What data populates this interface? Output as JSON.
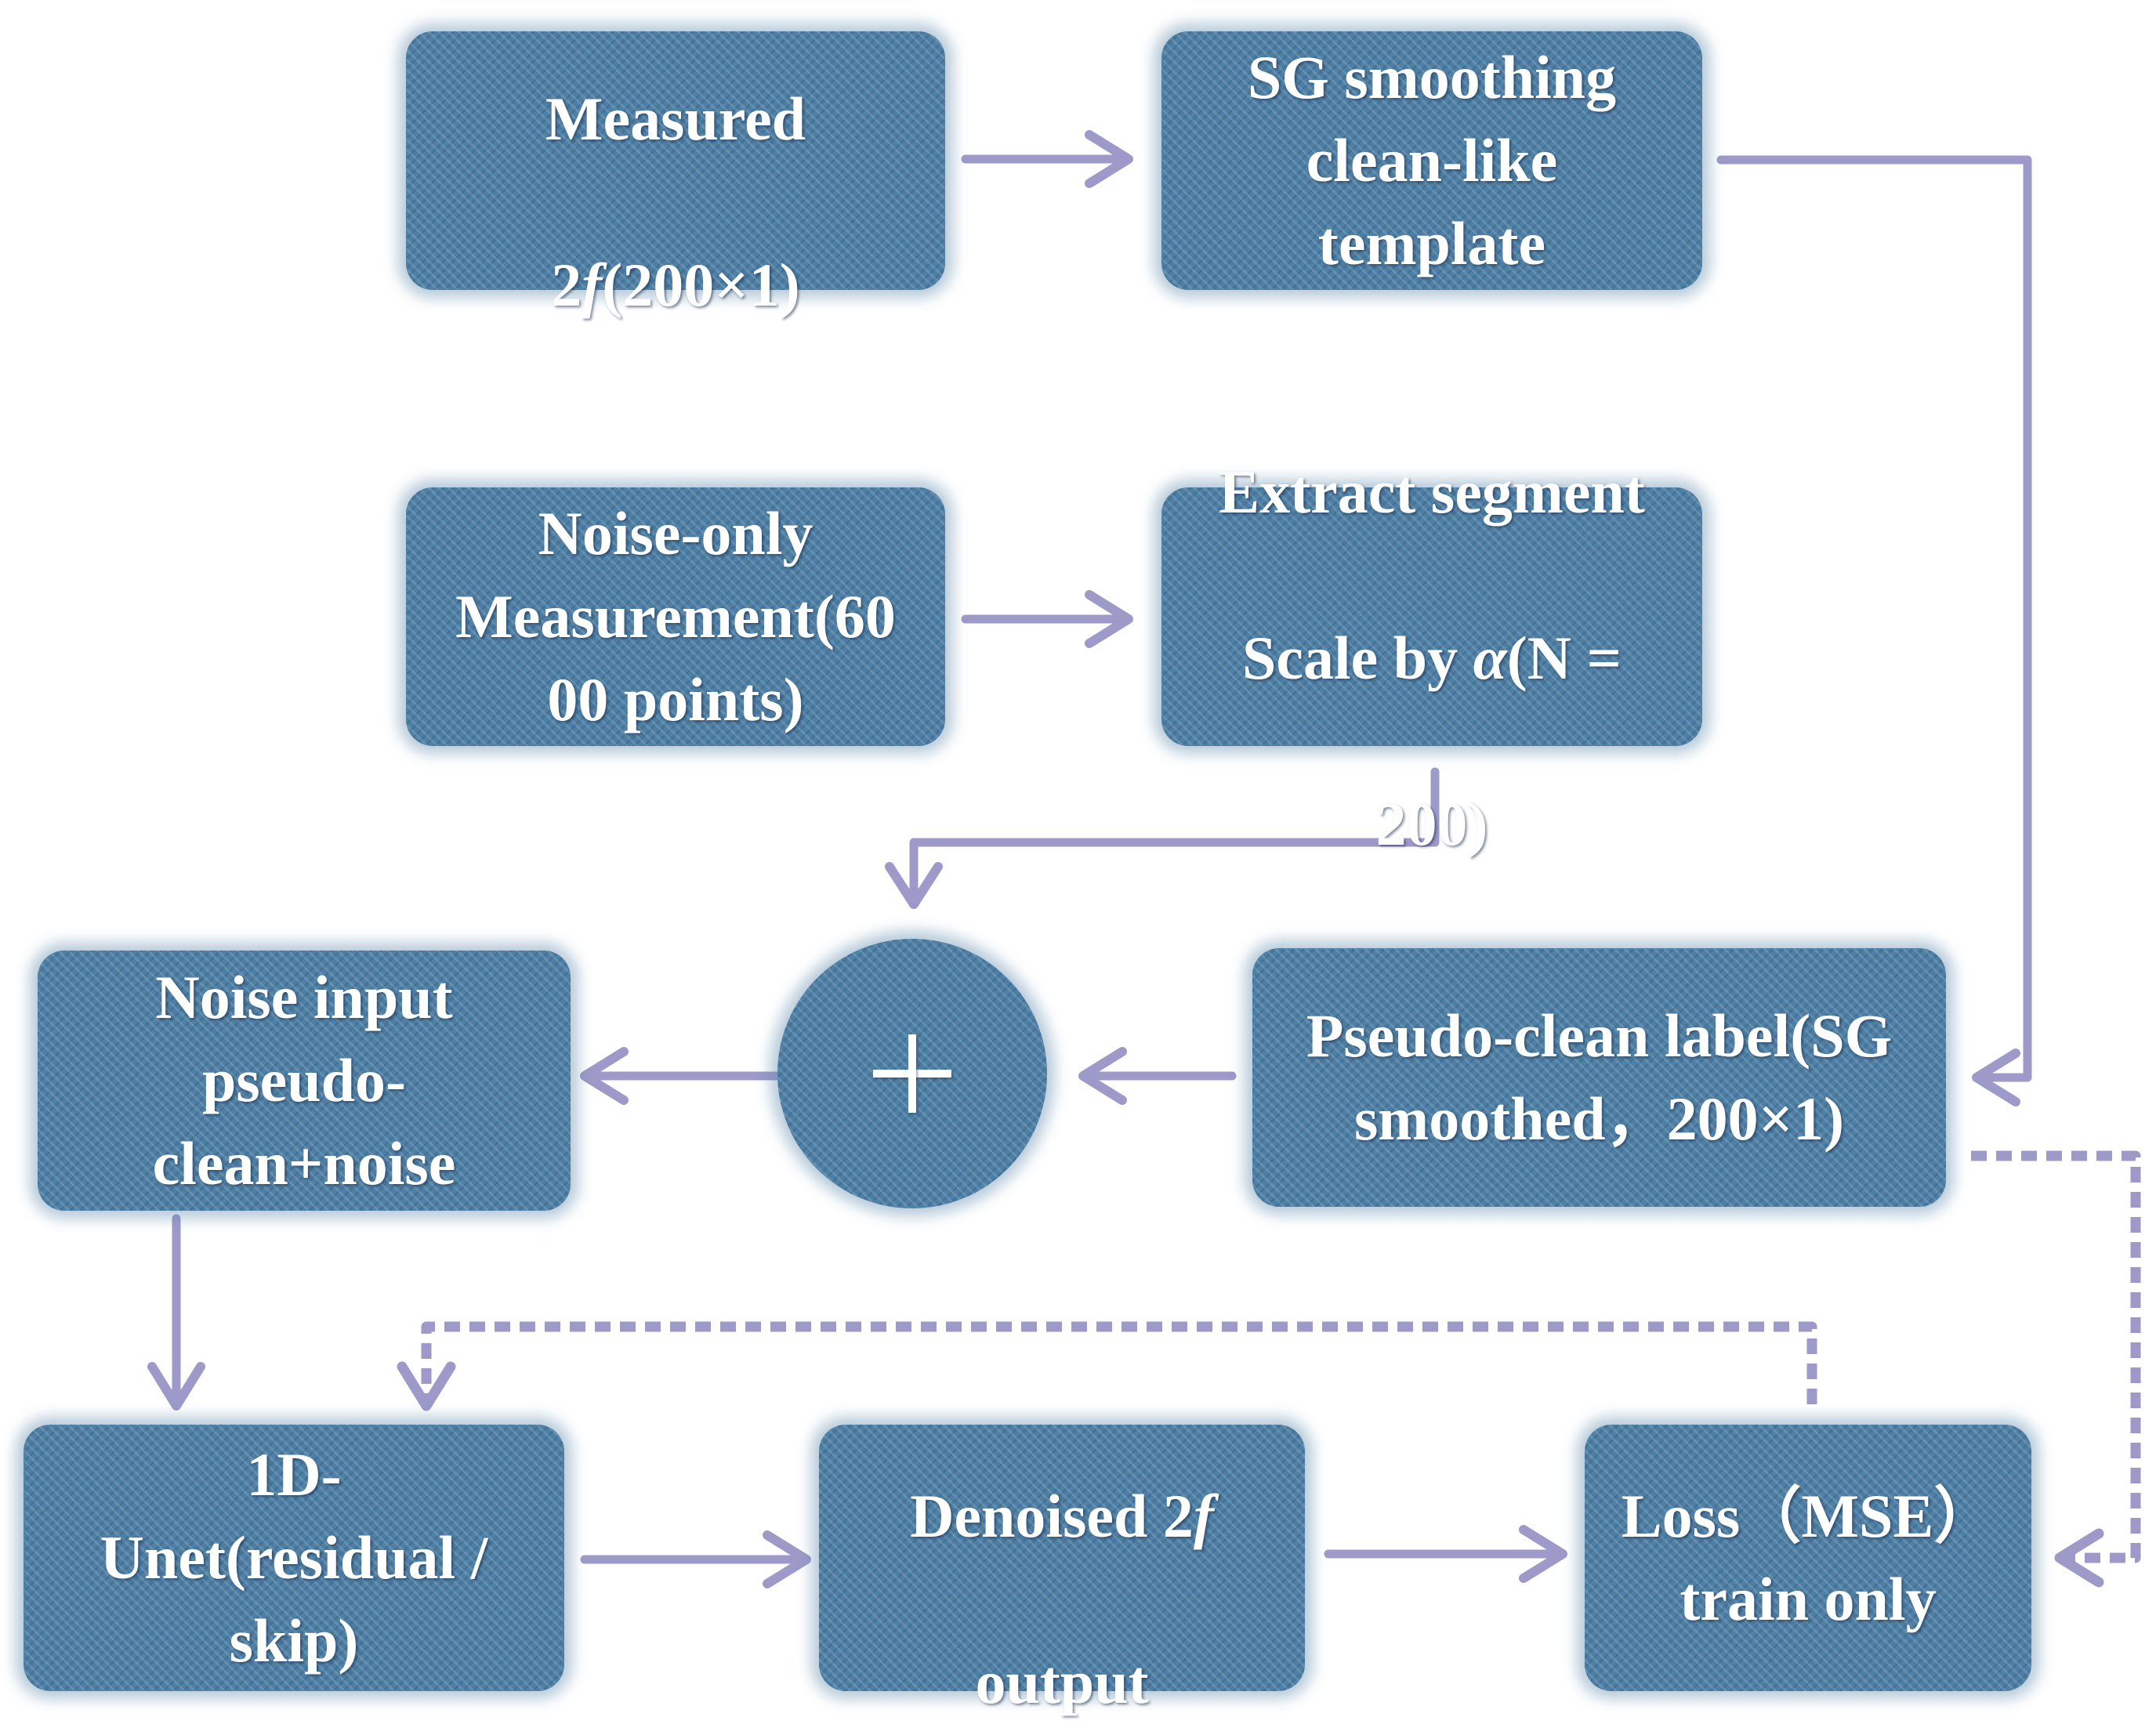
{
  "colors": {
    "box_fill": "#4e7fa5",
    "arrow": "#9d9ac9",
    "text": "#ffffff"
  },
  "nodes": {
    "measured": {
      "line1": "Measured",
      "line2_prefix": "2",
      "line2_italic": "f",
      "line2_suffix": "(200×1)"
    },
    "sg_template": {
      "text": "SG smoothing\nclean-like\ntemplate"
    },
    "noise_only": {
      "text": "Noise-only\nMeasurement(60\n00 points)"
    },
    "extract": {
      "line1": "Extract segment",
      "line2_prefix": "Scale by ",
      "line2_italic": "α",
      "line2_suffix": "(N =",
      "line3": "200)"
    },
    "sum": {
      "symbol": "+",
      "icon": "plus-icon"
    },
    "pseudo_label": {
      "text": "Pseudo-clean label(SG\nsmoothed，200×1)"
    },
    "noise_input": {
      "text": "Noise input\npseudo-\nclean+noise"
    },
    "unet": {
      "text": "1D-\nUnet(residual /\nskip)"
    },
    "denoised": {
      "line1_prefix": "Denoised 2",
      "line1_italic": "f",
      "line2": "output"
    },
    "loss": {
      "text": "Loss（MSE）\ntrain only"
    }
  }
}
